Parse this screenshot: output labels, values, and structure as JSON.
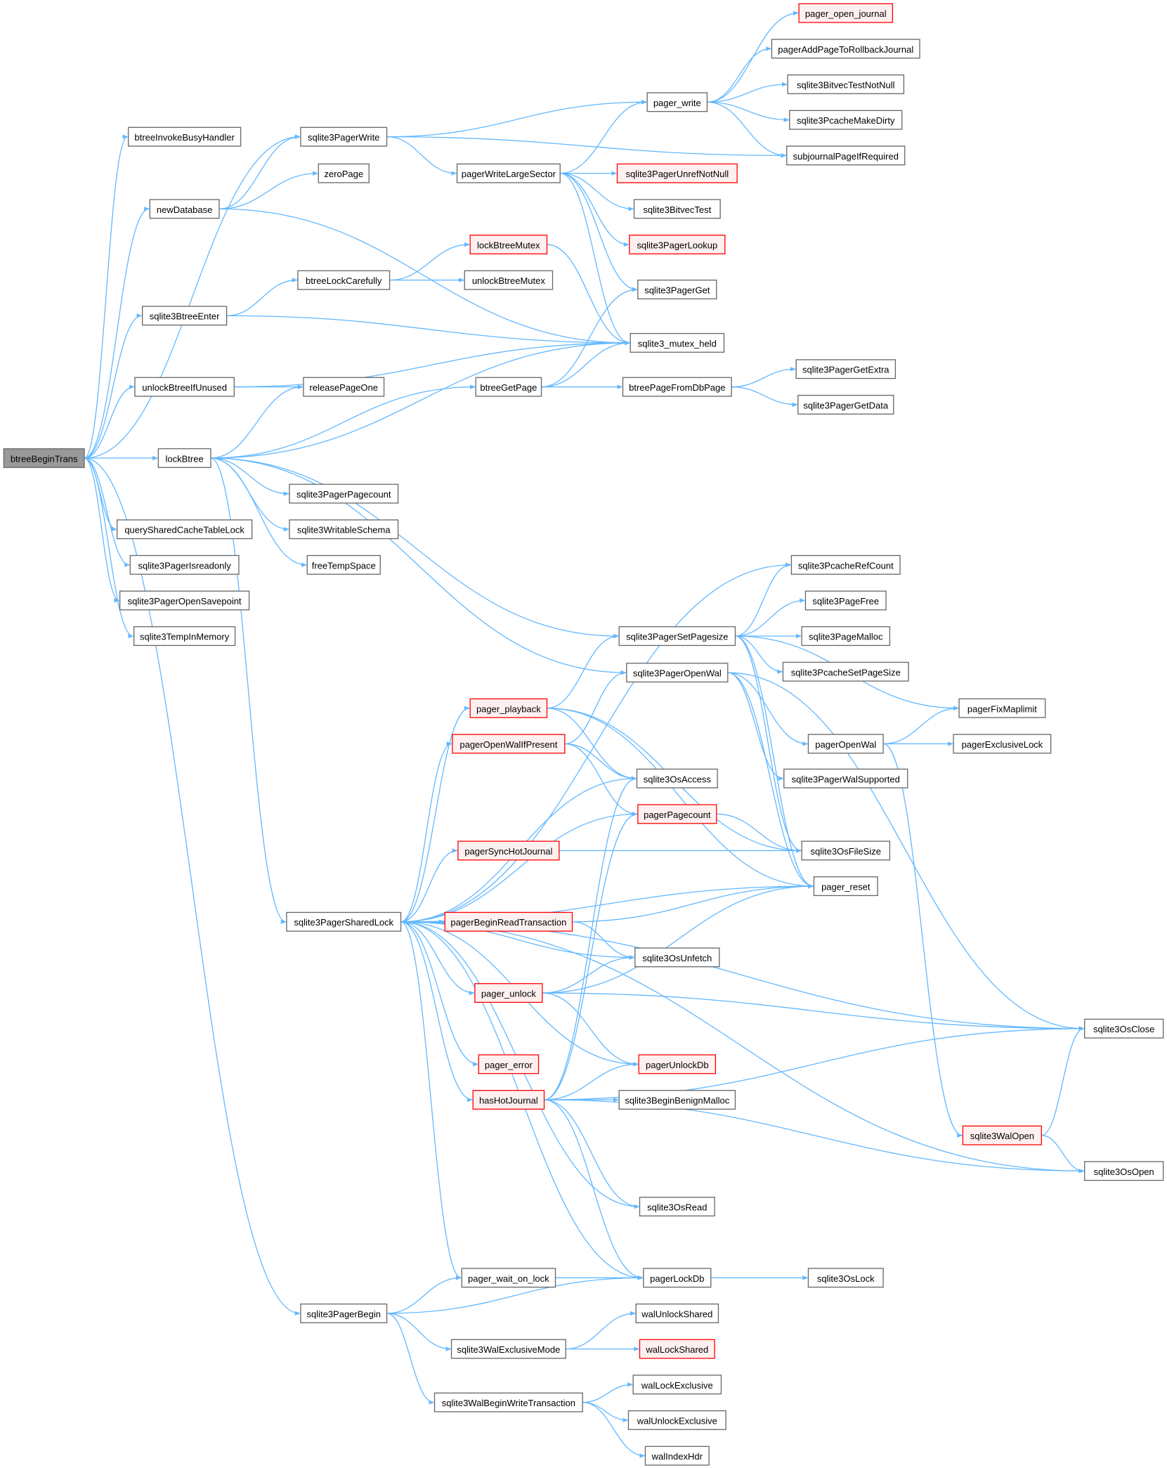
{
  "diagram": {
    "colors": {
      "edge": "#63b8ff",
      "node_border": "#666666",
      "highlight_border": "#ff0000",
      "highlight_fill": "#fff0f0",
      "root_fill": "#999999"
    },
    "nodes": [
      {
        "id": "btreeBeginTrans",
        "label": "btreeBeginTrans",
        "style": "root"
      },
      {
        "id": "btreeInvokeBusyHandler",
        "label": "btreeInvokeBusyHandler"
      },
      {
        "id": "newDatabase",
        "label": "newDatabase"
      },
      {
        "id": "sqlite3BtreeEnter",
        "label": "sqlite3BtreeEnter"
      },
      {
        "id": "unlockBtreeIfUnused",
        "label": "unlockBtreeIfUnused"
      },
      {
        "id": "lockBtree",
        "label": "lockBtree"
      },
      {
        "id": "querySharedCacheTableLock",
        "label": "querySharedCacheTableLock"
      },
      {
        "id": "sqlite3PagerIsreadonly",
        "label": "sqlite3PagerIsreadonly"
      },
      {
        "id": "sqlite3PagerOpenSavepoint",
        "label": "sqlite3PagerOpenSavepoint"
      },
      {
        "id": "sqlite3TempInMemory",
        "label": "sqlite3TempInMemory"
      },
      {
        "id": "sqlite3PagerWrite",
        "label": "sqlite3PagerWrite"
      },
      {
        "id": "zeroPage",
        "label": "zeroPage"
      },
      {
        "id": "btreeLockCarefully",
        "label": "btreeLockCarefully"
      },
      {
        "id": "releasePageOne",
        "label": "releasePageOne"
      },
      {
        "id": "sqlite3PagerPagecount",
        "label": "sqlite3PagerPagecount"
      },
      {
        "id": "sqlite3WritableSchema",
        "label": "sqlite3WritableSchema"
      },
      {
        "id": "freeTempSpace",
        "label": "freeTempSpace"
      },
      {
        "id": "sqlite3PagerSharedLock",
        "label": "sqlite3PagerSharedLock"
      },
      {
        "id": "sqlite3PagerBegin",
        "label": "sqlite3PagerBegin"
      },
      {
        "id": "pagerWriteLargeSector",
        "label": "pagerWriteLargeSector"
      },
      {
        "id": "lockBtreeMutex",
        "label": "lockBtreeMutex",
        "style": "red"
      },
      {
        "id": "unlockBtreeMutex",
        "label": "unlockBtreeMutex"
      },
      {
        "id": "btreeGetPage",
        "label": "btreeGetPage"
      },
      {
        "id": "pager_playback",
        "label": "pager_playback",
        "style": "red"
      },
      {
        "id": "pagerOpenWalIfPresent",
        "label": "pagerOpenWalIfPresent",
        "style": "red"
      },
      {
        "id": "pagerSyncHotJournal",
        "label": "pagerSyncHotJournal",
        "style": "red"
      },
      {
        "id": "pagerBeginReadTransaction",
        "label": "pagerBeginReadTransaction",
        "style": "red"
      },
      {
        "id": "pager_unlock",
        "label": "pager_unlock",
        "style": "red"
      },
      {
        "id": "pager_error",
        "label": "pager_error",
        "style": "red"
      },
      {
        "id": "hasHotJournal",
        "label": "hasHotJournal",
        "style": "red"
      },
      {
        "id": "pager_wait_on_lock",
        "label": "pager_wait_on_lock"
      },
      {
        "id": "sqlite3WalExclusiveMode",
        "label": "sqlite3WalExclusiveMode"
      },
      {
        "id": "sqlite3WalBeginWriteTransaction",
        "label": "sqlite3WalBeginWriteTransaction"
      },
      {
        "id": "pager_write",
        "label": "pager_write"
      },
      {
        "id": "sqlite3PagerUnrefNotNull",
        "label": "sqlite3PagerUnrefNotNull",
        "style": "red"
      },
      {
        "id": "sqlite3BitvecTest",
        "label": "sqlite3BitvecTest"
      },
      {
        "id": "sqlite3PagerLookup",
        "label": "sqlite3PagerLookup",
        "style": "red"
      },
      {
        "id": "sqlite3PagerGet",
        "label": "sqlite3PagerGet"
      },
      {
        "id": "sqlite3_mutex_held",
        "label": "sqlite3_mutex_held"
      },
      {
        "id": "btreePageFromDbPage",
        "label": "btreePageFromDbPage"
      },
      {
        "id": "sqlite3PagerSetPagesize",
        "label": "sqlite3PagerSetPagesize"
      },
      {
        "id": "sqlite3PagerOpenWal",
        "label": "sqlite3PagerOpenWal"
      },
      {
        "id": "sqlite3OsAccess",
        "label": "sqlite3OsAccess"
      },
      {
        "id": "pagerPagecount",
        "label": "pagerPagecount",
        "style": "red"
      },
      {
        "id": "sqlite3OsUnfetch",
        "label": "sqlite3OsUnfetch"
      },
      {
        "id": "pagerUnlockDb",
        "label": "pagerUnlockDb",
        "style": "red"
      },
      {
        "id": "sqlite3BeginBenignMalloc",
        "label": "sqlite3BeginBenignMalloc"
      },
      {
        "id": "sqlite3OsRead",
        "label": "sqlite3OsRead"
      },
      {
        "id": "pagerLockDb",
        "label": "pagerLockDb"
      },
      {
        "id": "walUnlockShared",
        "label": "walUnlockShared"
      },
      {
        "id": "walLockShared",
        "label": "walLockShared",
        "style": "red"
      },
      {
        "id": "walLockExclusive",
        "label": "walLockExclusive"
      },
      {
        "id": "walUnlockExclusive",
        "label": "walUnlockExclusive"
      },
      {
        "id": "walIndexHdr",
        "label": "walIndexHdr"
      },
      {
        "id": "pager_open_journal",
        "label": "pager_open_journal",
        "style": "red"
      },
      {
        "id": "pagerAddPageToRollbackJournal",
        "label": "pagerAddPageToRollbackJournal"
      },
      {
        "id": "sqlite3BitvecTestNotNull",
        "label": "sqlite3BitvecTestNotNull"
      },
      {
        "id": "sqlite3PcacheMakeDirty",
        "label": "sqlite3PcacheMakeDirty"
      },
      {
        "id": "subjournalPageIfRequired",
        "label": "subjournalPageIfRequired"
      },
      {
        "id": "sqlite3PagerGetExtra",
        "label": "sqlite3PagerGetExtra"
      },
      {
        "id": "sqlite3PagerGetData",
        "label": "sqlite3PagerGetData"
      },
      {
        "id": "sqlite3PcacheRefCount",
        "label": "sqlite3PcacheRefCount"
      },
      {
        "id": "sqlite3PageFree",
        "label": "sqlite3PageFree"
      },
      {
        "id": "sqlite3PageMalloc",
        "label": "sqlite3PageMalloc"
      },
      {
        "id": "sqlite3PcacheSetPageSize",
        "label": "sqlite3PcacheSetPageSize"
      },
      {
        "id": "pagerOpenWal",
        "label": "pagerOpenWal"
      },
      {
        "id": "sqlite3PagerWalSupported",
        "label": "sqlite3PagerWalSupported"
      },
      {
        "id": "sqlite3OsFileSize",
        "label": "sqlite3OsFileSize"
      },
      {
        "id": "pager_reset",
        "label": "pager_reset"
      },
      {
        "id": "sqlite3OsLock",
        "label": "sqlite3OsLock"
      },
      {
        "id": "pagerFixMaplimit",
        "label": "pagerFixMaplimit"
      },
      {
        "id": "pagerExclusiveLock",
        "label": "pagerExclusiveLock"
      },
      {
        "id": "sqlite3WalOpen",
        "label": "sqlite3WalOpen",
        "style": "red"
      },
      {
        "id": "sqlite3OsClose",
        "label": "sqlite3OsClose"
      },
      {
        "id": "sqlite3OsOpen",
        "label": "sqlite3OsOpen"
      }
    ],
    "edges": [
      [
        "btreeBeginTrans",
        "btreeInvokeBusyHandler"
      ],
      [
        "btreeBeginTrans",
        "newDatabase"
      ],
      [
        "btreeBeginTrans",
        "sqlite3BtreeEnter"
      ],
      [
        "btreeBeginTrans",
        "unlockBtreeIfUnused"
      ],
      [
        "btreeBeginTrans",
        "lockBtree"
      ],
      [
        "btreeBeginTrans",
        "querySharedCacheTableLock"
      ],
      [
        "btreeBeginTrans",
        "sqlite3PagerIsreadonly"
      ],
      [
        "btreeBeginTrans",
        "sqlite3PagerOpenSavepoint"
      ],
      [
        "btreeBeginTrans",
        "sqlite3TempInMemory"
      ],
      [
        "btreeBeginTrans",
        "sqlite3PagerWrite"
      ],
      [
        "btreeBeginTrans",
        "sqlite3PagerBegin"
      ],
      [
        "newDatabase",
        "sqlite3PagerWrite"
      ],
      [
        "newDatabase",
        "zeroPage"
      ],
      [
        "newDatabase",
        "sqlite3_mutex_held"
      ],
      [
        "sqlite3BtreeEnter",
        "btreeLockCarefully"
      ],
      [
        "sqlite3BtreeEnter",
        "sqlite3_mutex_held"
      ],
      [
        "unlockBtreeIfUnused",
        "releasePageOne"
      ],
      [
        "unlockBtreeIfUnused",
        "sqlite3_mutex_held"
      ],
      [
        "lockBtree",
        "releasePageOne"
      ],
      [
        "lockBtree",
        "btreeGetPage"
      ],
      [
        "lockBtree",
        "sqlite3_mutex_held"
      ],
      [
        "lockBtree",
        "sqlite3PagerPagecount"
      ],
      [
        "lockBtree",
        "sqlite3WritableSchema"
      ],
      [
        "lockBtree",
        "freeTempSpace"
      ],
      [
        "lockBtree",
        "sqlite3PagerSharedLock"
      ],
      [
        "lockBtree",
        "sqlite3PagerSetPagesize"
      ],
      [
        "lockBtree",
        "sqlite3PagerOpenWal"
      ],
      [
        "sqlite3PagerWrite",
        "pager_write"
      ],
      [
        "sqlite3PagerWrite",
        "pagerWriteLargeSector"
      ],
      [
        "sqlite3PagerWrite",
        "subjournalPageIfRequired"
      ],
      [
        "btreeLockCarefully",
        "lockBtreeMutex"
      ],
      [
        "btreeLockCarefully",
        "unlockBtreeMutex"
      ],
      [
        "lockBtreeMutex",
        "sqlite3_mutex_held"
      ],
      [
        "btreeGetPage",
        "sqlite3PagerGet"
      ],
      [
        "btreeGetPage",
        "btreePageFromDbPage"
      ],
      [
        "btreeGetPage",
        "sqlite3_mutex_held"
      ],
      [
        "btreePageFromDbPage",
        "sqlite3PagerGetExtra"
      ],
      [
        "btreePageFromDbPage",
        "sqlite3PagerGetData"
      ],
      [
        "pagerWriteLargeSector",
        "pager_write"
      ],
      [
        "pagerWriteLargeSector",
        "sqlite3PagerUnrefNotNull"
      ],
      [
        "pagerWriteLargeSector",
        "sqlite3BitvecTest"
      ],
      [
        "pagerWriteLargeSector",
        "sqlite3PagerLookup"
      ],
      [
        "pagerWriteLargeSector",
        "sqlite3PagerGet"
      ],
      [
        "pagerWriteLargeSector",
        "sqlite3_mutex_held"
      ],
      [
        "pager_write",
        "pager_open_journal"
      ],
      [
        "pager_write",
        "pagerAddPageToRollbackJournal"
      ],
      [
        "pager_write",
        "sqlite3BitvecTestNotNull"
      ],
      [
        "pager_write",
        "sqlite3PcacheMakeDirty"
      ],
      [
        "pager_write",
        "subjournalPageIfRequired"
      ],
      [
        "sqlite3PagerSharedLock",
        "pager_playback"
      ],
      [
        "sqlite3PagerSharedLock",
        "pagerOpenWalIfPresent"
      ],
      [
        "sqlite3PagerSharedLock",
        "pagerSyncHotJournal"
      ],
      [
        "sqlite3PagerSharedLock",
        "pagerBeginReadTransaction"
      ],
      [
        "sqlite3PagerSharedLock",
        "pager_unlock"
      ],
      [
        "sqlite3PagerSharedLock",
        "pager_error"
      ],
      [
        "sqlite3PagerSharedLock",
        "hasHotJournal"
      ],
      [
        "sqlite3PagerSharedLock",
        "pager_wait_on_lock"
      ],
      [
        "sqlite3PagerSharedLock",
        "pagerLockDb"
      ],
      [
        "sqlite3PagerSharedLock",
        "pagerUnlockDb"
      ],
      [
        "sqlite3PagerSharedLock",
        "sqlite3OsAccess"
      ],
      [
        "sqlite3PagerSharedLock",
        "pagerPagecount"
      ],
      [
        "sqlite3PagerSharedLock",
        "sqlite3OsUnfetch"
      ],
      [
        "sqlite3PagerSharedLock",
        "sqlite3OsRead"
      ],
      [
        "sqlite3PagerSharedLock",
        "sqlite3OsOpen"
      ],
      [
        "sqlite3PagerSharedLock",
        "pager_reset"
      ],
      [
        "sqlite3PagerSharedLock",
        "sqlite3PcacheRefCount"
      ],
      [
        "sqlite3PagerSharedLock",
        "sqlite3OsClose"
      ],
      [
        "pager_playback",
        "sqlite3PagerSetPagesize"
      ],
      [
        "pager_playback",
        "sqlite3OsAccess"
      ],
      [
        "pager_playback",
        "sqlite3OsFileSize"
      ],
      [
        "pager_playback",
        "pager_reset"
      ],
      [
        "pagerOpenWalIfPresent",
        "sqlite3PagerOpenWal"
      ],
      [
        "pagerOpenWalIfPresent",
        "sqlite3OsAccess"
      ],
      [
        "pagerOpenWalIfPresent",
        "pagerPagecount"
      ],
      [
        "pagerSyncHotJournal",
        "sqlite3OsFileSize"
      ],
      [
        "pagerBeginReadTransaction",
        "pager_reset"
      ],
      [
        "pagerBeginReadTransaction",
        "sqlite3OsUnfetch"
      ],
      [
        "pager_unlock",
        "sqlite3OsUnfetch"
      ],
      [
        "pager_unlock",
        "pager_reset"
      ],
      [
        "pager_unlock",
        "pagerUnlockDb"
      ],
      [
        "pager_unlock",
        "sqlite3OsClose"
      ],
      [
        "hasHotJournal",
        "pagerUnlockDb"
      ],
      [
        "hasHotJournal",
        "sqlite3BeginBenignMalloc"
      ],
      [
        "hasHotJournal",
        "sqlite3OsAccess"
      ],
      [
        "hasHotJournal",
        "pagerPagecount"
      ],
      [
        "hasHotJournal",
        "sqlite3OsRead"
      ],
      [
        "hasHotJournal",
        "pagerLockDb"
      ],
      [
        "hasHotJournal",
        "sqlite3OsOpen"
      ],
      [
        "hasHotJournal",
        "sqlite3OsClose"
      ],
      [
        "pagerPagecount",
        "sqlite3OsFileSize"
      ],
      [
        "sqlite3PagerSetPagesize",
        "sqlite3PcacheRefCount"
      ],
      [
        "sqlite3PagerSetPagesize",
        "sqlite3PageFree"
      ],
      [
        "sqlite3PagerSetPagesize",
        "sqlite3PageMalloc"
      ],
      [
        "sqlite3PagerSetPagesize",
        "sqlite3PcacheSetPageSize"
      ],
      [
        "sqlite3PagerSetPagesize",
        "pagerFixMaplimit"
      ],
      [
        "sqlite3PagerSetPagesize",
        "sqlite3OsFileSize"
      ],
      [
        "sqlite3PagerSetPagesize",
        "pager_reset"
      ],
      [
        "sqlite3PagerOpenWal",
        "pagerOpenWal"
      ],
      [
        "sqlite3PagerOpenWal",
        "sqlite3PagerWalSupported"
      ],
      [
        "sqlite3PagerOpenWal",
        "sqlite3OsClose"
      ],
      [
        "sqlite3PagerOpenWal",
        "pager_reset"
      ],
      [
        "pagerOpenWal",
        "pagerFixMaplimit"
      ],
      [
        "pagerOpenWal",
        "pagerExclusiveLock"
      ],
      [
        "pagerOpenWal",
        "sqlite3WalOpen"
      ],
      [
        "sqlite3WalOpen",
        "sqlite3OsClose"
      ],
      [
        "sqlite3WalOpen",
        "sqlite3OsOpen"
      ],
      [
        "pager_wait_on_lock",
        "pagerLockDb"
      ],
      [
        "pagerLockDb",
        "sqlite3OsLock"
      ],
      [
        "sqlite3PagerBegin",
        "pager_wait_on_lock"
      ],
      [
        "sqlite3PagerBegin",
        "pagerLockDb"
      ],
      [
        "sqlite3PagerBegin",
        "sqlite3WalExclusiveMode"
      ],
      [
        "sqlite3PagerBegin",
        "sqlite3WalBeginWriteTransaction"
      ],
      [
        "sqlite3WalExclusiveMode",
        "walUnlockShared"
      ],
      [
        "sqlite3WalExclusiveMode",
        "walLockShared"
      ],
      [
        "sqlite3WalBeginWriteTransaction",
        "walLockExclusive"
      ],
      [
        "sqlite3WalBeginWriteTransaction",
        "walUnlockExclusive"
      ],
      [
        "sqlite3WalBeginWriteTransaction",
        "walIndexHdr"
      ]
    ]
  }
}
